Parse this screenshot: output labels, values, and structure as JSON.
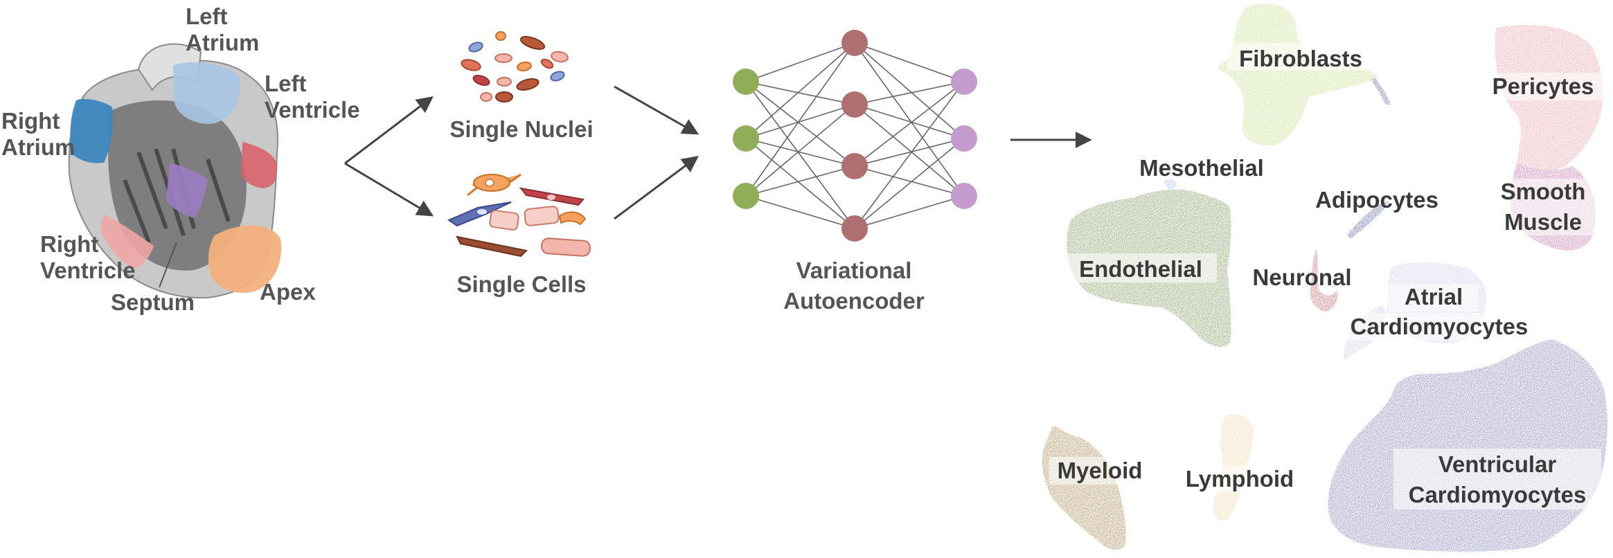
{
  "heart": {
    "labels": {
      "left_atrium": [
        "Left",
        "Atrium"
      ],
      "left_ventricle": [
        "Left",
        "Ventricle"
      ],
      "right_atrium": [
        "Right",
        "Atrium"
      ],
      "right_ventricle": [
        "Right",
        "Ventricle"
      ],
      "septum": "Septum",
      "apex": "Apex"
    },
    "colors": {
      "left_atrium": "#a9c4e6",
      "left_ventricle": "#d9636b",
      "right_atrium": "#3d86bd",
      "right_ventricle": "#f0a5a5",
      "septum": "#9b7cc2",
      "apex": "#f4b07c"
    }
  },
  "samples": {
    "nuclei_label": "Single Nuclei",
    "cells_label": "Single Cells"
  },
  "model": {
    "label": [
      "Variational",
      "Autoencoder"
    ],
    "colors": {
      "input": "#8fae57",
      "hidden": "#ad6f6f",
      "output": "#c49bcd"
    }
  },
  "umap": {
    "clusters": [
      {
        "name": "Fibroblasts",
        "color": "#b6d36a"
      },
      {
        "name": "Pericytes",
        "color": "#e8868f"
      },
      {
        "name": "Smooth Muscle",
        "color": "#b04a8e"
      },
      {
        "name": "Mesothelial",
        "color": "#8fb2d8"
      },
      {
        "name": "Adipocytes",
        "color": "#2e3a85"
      },
      {
        "name": "Endothelial",
        "color": "#5a7a2e"
      },
      {
        "name": "Neuronal",
        "color": "#b03a48"
      },
      {
        "name": "Atrial Cardiomyocytes",
        "color": "#c2bde0"
      },
      {
        "name": "Ventricular Cardiomyocytes",
        "color": "#5e5f9c"
      },
      {
        "name": "Myeloid",
        "color": "#8c6420"
      },
      {
        "name": "Lymphoid",
        "color": "#e6cd8f"
      }
    ],
    "labels": {
      "fibroblasts": "Fibroblasts",
      "pericytes": "Pericytes",
      "smooth_muscle": [
        "Smooth",
        "Muscle"
      ],
      "mesothelial": "Mesothelial",
      "adipocytes": "Adipocytes",
      "endothelial": "Endothelial",
      "neuronal": "Neuronal",
      "atrial_cm": [
        "Atrial",
        "Cardiomyocytes"
      ],
      "ventricular_cm": [
        "Ventricular",
        "Cardiomyocytes"
      ],
      "myeloid": "Myeloid",
      "lymphoid": "Lymphoid"
    }
  }
}
